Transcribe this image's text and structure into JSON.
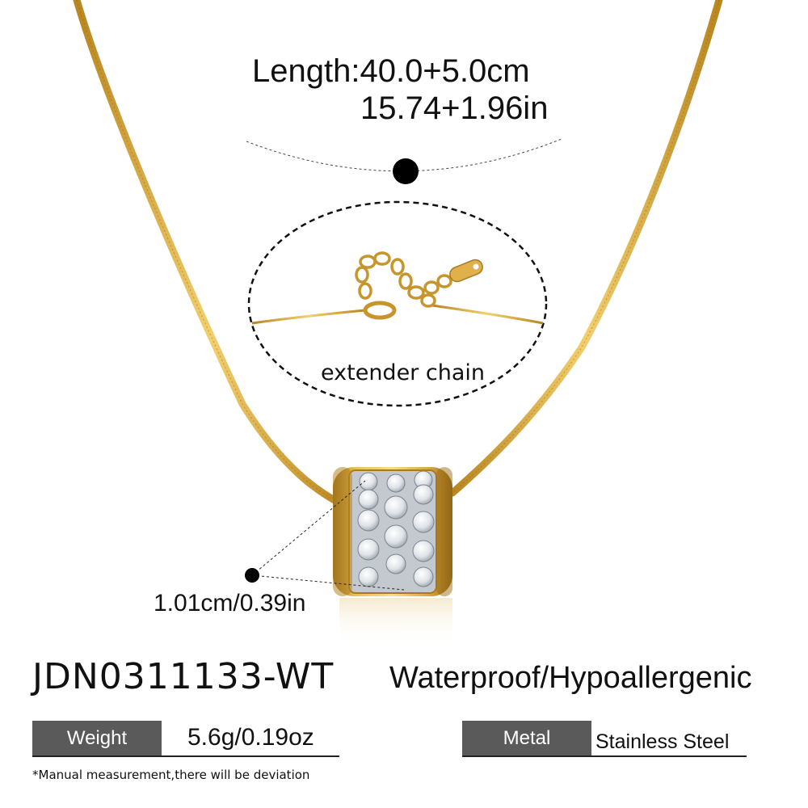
{
  "measurements": {
    "length_cm": "Length:40.0+5.0cm",
    "length_in": "15.74+1.96in",
    "extender_label": "extender chain",
    "pendant_size": "1.01cm/0.39in"
  },
  "product": {
    "sku": "JDN0311133-WT",
    "features": "Waterproof/Hypoallergenic"
  },
  "specs": {
    "weight_label": "Weight",
    "weight_value": "5.6g/0.19oz",
    "metal_label": "Metal",
    "metal_value": "Stainless Steel"
  },
  "disclaimer": "*Manual measurement,there will be deviation",
  "colors": {
    "gold": "#d9a83a",
    "gold_dark": "#a87a1e",
    "label_bg": "#5a5a5a",
    "text": "#111111"
  }
}
